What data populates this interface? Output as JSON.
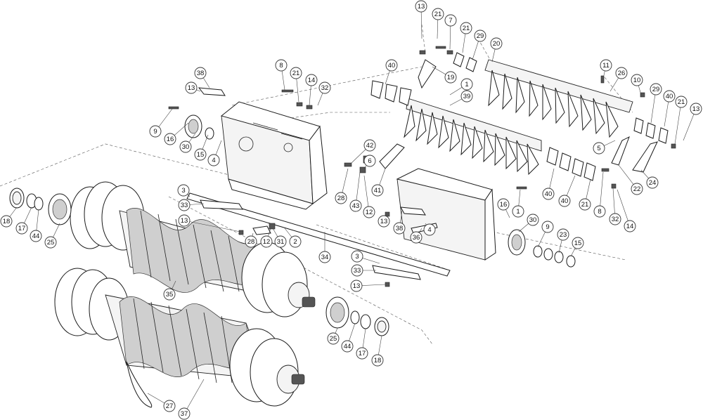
{
  "callouts": [
    {
      "id": "c1",
      "label": "13"
    },
    {
      "id": "c2",
      "label": "21"
    },
    {
      "id": "c3",
      "label": "7"
    },
    {
      "id": "c4",
      "label": "21"
    },
    {
      "id": "c5",
      "label": "29"
    },
    {
      "id": "c6",
      "label": "20"
    },
    {
      "id": "c7",
      "label": "40"
    },
    {
      "id": "c8",
      "label": "1"
    },
    {
      "id": "c9",
      "label": "19"
    },
    {
      "id": "c10",
      "label": "39"
    },
    {
      "id": "c11",
      "label": "11"
    },
    {
      "id": "c12",
      "label": "26"
    },
    {
      "id": "c13",
      "label": "10"
    },
    {
      "id": "c14",
      "label": "29"
    },
    {
      "id": "c15",
      "label": "40"
    },
    {
      "id": "c16",
      "label": "21"
    },
    {
      "id": "c17",
      "label": "13"
    },
    {
      "id": "c18",
      "label": "5"
    },
    {
      "id": "c19",
      "label": "38"
    },
    {
      "id": "c20",
      "label": "13"
    },
    {
      "id": "c21",
      "label": "8"
    },
    {
      "id": "c22",
      "label": "21"
    },
    {
      "id": "c23",
      "label": "14"
    },
    {
      "id": "c24",
      "label": "32"
    },
    {
      "id": "c25",
      "label": "9"
    },
    {
      "id": "c26",
      "label": "16"
    },
    {
      "id": "c27",
      "label": "30"
    },
    {
      "id": "c28",
      "label": "15"
    },
    {
      "id": "c29",
      "label": "4"
    },
    {
      "id": "c30",
      "label": "42"
    },
    {
      "id": "c31",
      "label": "6"
    },
    {
      "id": "c32",
      "label": "28"
    },
    {
      "id": "c33",
      "label": "43"
    },
    {
      "id": "c34",
      "label": "12"
    },
    {
      "id": "c35",
      "label": "41"
    },
    {
      "id": "c36",
      "label": "22"
    },
    {
      "id": "c37",
      "label": "24"
    },
    {
      "id": "c38",
      "label": "40"
    },
    {
      "id": "c39",
      "label": "40"
    },
    {
      "id": "c40",
      "label": "21"
    },
    {
      "id": "c41",
      "label": "8"
    },
    {
      "id": "c42",
      "label": "32"
    },
    {
      "id": "c43",
      "label": "14"
    },
    {
      "id": "c44",
      "label": "3"
    },
    {
      "id": "c45",
      "label": "33"
    },
    {
      "id": "c46",
      "label": "13"
    },
    {
      "id": "c47",
      "label": "28"
    },
    {
      "id": "c48",
      "label": "12"
    },
    {
      "id": "c49",
      "label": "31"
    },
    {
      "id": "c50",
      "label": "2"
    },
    {
      "id": "c51",
      "label": "16"
    },
    {
      "id": "c52",
      "label": "1"
    },
    {
      "id": "c53",
      "label": "13"
    },
    {
      "id": "c54",
      "label": "38"
    },
    {
      "id": "c55",
      "label": "36"
    },
    {
      "id": "c56",
      "label": "4"
    },
    {
      "id": "c57",
      "label": "30"
    },
    {
      "id": "c58",
      "label": "9"
    },
    {
      "id": "c59",
      "label": "23"
    },
    {
      "id": "c60",
      "label": "15"
    },
    {
      "id": "c61",
      "label": "18"
    },
    {
      "id": "c62",
      "label": "17"
    },
    {
      "id": "c63",
      "label": "44"
    },
    {
      "id": "c64",
      "label": "25"
    },
    {
      "id": "c65",
      "label": "34"
    },
    {
      "id": "c66",
      "label": "3"
    },
    {
      "id": "c67",
      "label": "33"
    },
    {
      "id": "c68",
      "label": "13"
    },
    {
      "id": "c69",
      "label": "35"
    },
    {
      "id": "c70",
      "label": "25"
    },
    {
      "id": "c71",
      "label": "44"
    },
    {
      "id": "c72",
      "label": "17"
    },
    {
      "id": "c73",
      "label": "18"
    },
    {
      "id": "c74",
      "label": "27"
    },
    {
      "id": "c75",
      "label": "37"
    }
  ]
}
